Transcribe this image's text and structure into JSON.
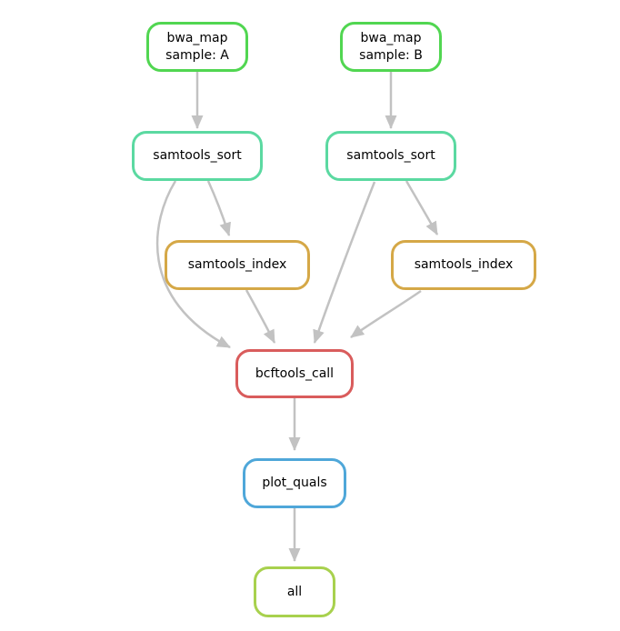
{
  "diagram": {
    "type": "dag",
    "description": "Snakemake-style workflow DAG",
    "background_color": "#ffffff",
    "edge_color": "#c2c2c2",
    "text_color": "#000000",
    "nodes": [
      {
        "id": "bwa_map_sample_A",
        "label": "bwa_map",
        "sublabel": "sample: A",
        "border_color": "#51d651"
      },
      {
        "id": "bwa_map_sample_B",
        "label": "bwa_map",
        "sublabel": "sample: B",
        "border_color": "#51d651"
      },
      {
        "id": "samtools_sort_A",
        "label": "samtools_sort",
        "border_color": "#5bd9a1"
      },
      {
        "id": "samtools_sort_B",
        "label": "samtools_sort",
        "border_color": "#5bd9a1"
      },
      {
        "id": "samtools_index_A",
        "label": "samtools_index",
        "border_color": "#d5a847"
      },
      {
        "id": "samtools_index_B",
        "label": "samtools_index",
        "border_color": "#d5a847"
      },
      {
        "id": "bcftools_call",
        "label": "bcftools_call",
        "border_color": "#d95c5c"
      },
      {
        "id": "plot_quals",
        "label": "plot_quals",
        "border_color": "#4fa7d9"
      },
      {
        "id": "all",
        "label": "all",
        "border_color": "#a8d14e"
      }
    ],
    "edges": [
      {
        "from": "bwa_map_sample_A",
        "to": "samtools_sort_A"
      },
      {
        "from": "bwa_map_sample_B",
        "to": "samtools_sort_B"
      },
      {
        "from": "samtools_sort_A",
        "to": "samtools_index_A"
      },
      {
        "from": "samtools_sort_A",
        "to": "bcftools_call"
      },
      {
        "from": "samtools_sort_B",
        "to": "samtools_index_B"
      },
      {
        "from": "samtools_sort_B",
        "to": "bcftools_call"
      },
      {
        "from": "samtools_index_A",
        "to": "bcftools_call"
      },
      {
        "from": "samtools_index_B",
        "to": "bcftools_call"
      },
      {
        "from": "bcftools_call",
        "to": "plot_quals"
      },
      {
        "from": "plot_quals",
        "to": "all"
      }
    ]
  }
}
